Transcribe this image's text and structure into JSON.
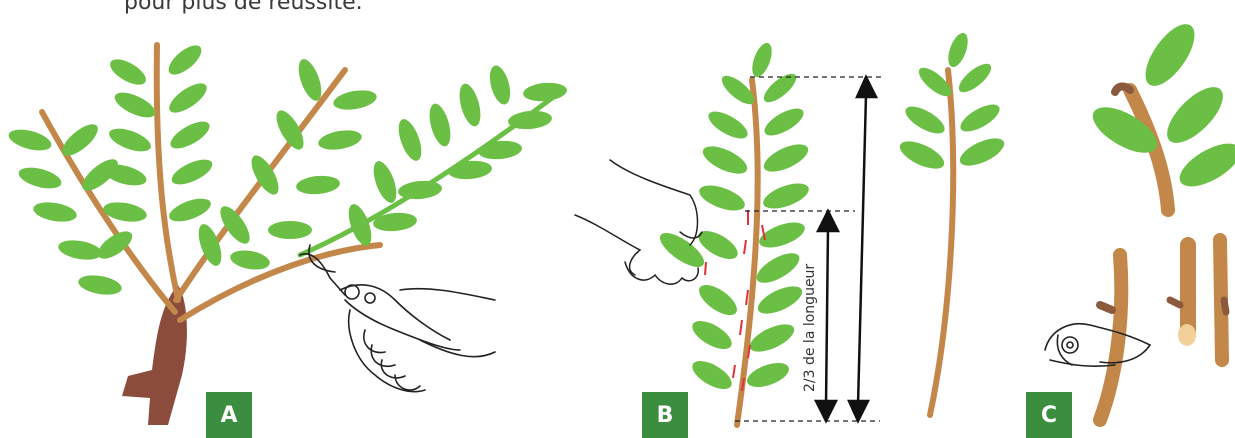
{
  "caption": "pour plus de réussite.",
  "panels": [
    {
      "label": "A"
    },
    {
      "label": "B"
    },
    {
      "label": "C"
    }
  ],
  "measurement_label": "2/3 de la longueur",
  "colors": {
    "leaf": "#6bbf45",
    "branch": "#c4874a",
    "trunk": "#8b4c3c",
    "badge": "#3b8d3f",
    "cut_mark": "#e2313a"
  }
}
